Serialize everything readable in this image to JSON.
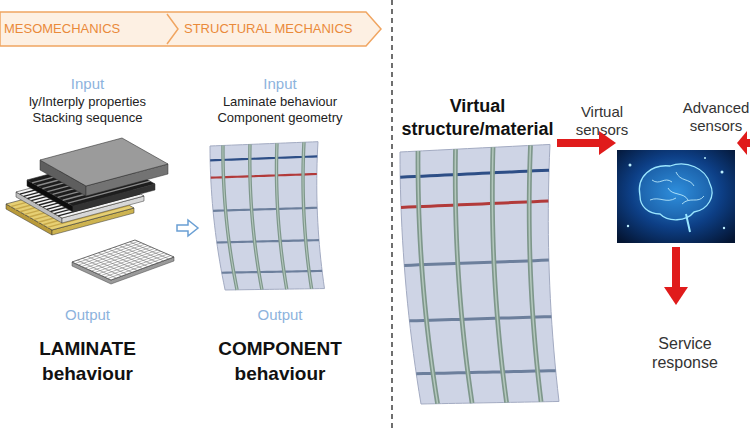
{
  "diagram": {
    "nodes": [
      {
        "text": [
          "MESOMECHANICS",
          "STRUCTURAL MECHANICS"
        ]
      },
      {
        "text": [
          "Input",
          "ly/Interply properties Stacking sequence",
          "Output",
          "LAMINATE behaviour"
        ]
      },
      {
        "text": [
          "Input",
          "Laminate behaviour Component geometry",
          "Output",
          "COMPONENT behaviour"
        ]
      },
      {
        "text": [
          "Virtual structure/material"
        ]
      }
    ],
    "edges": [
      {
        "from": 1,
        "to": 2,
        "arrow": "to"
      }
    ],
    "labels": [
      "Virtual sensors",
      "Advanced sensors",
      "Service response"
    ]
  }
}
